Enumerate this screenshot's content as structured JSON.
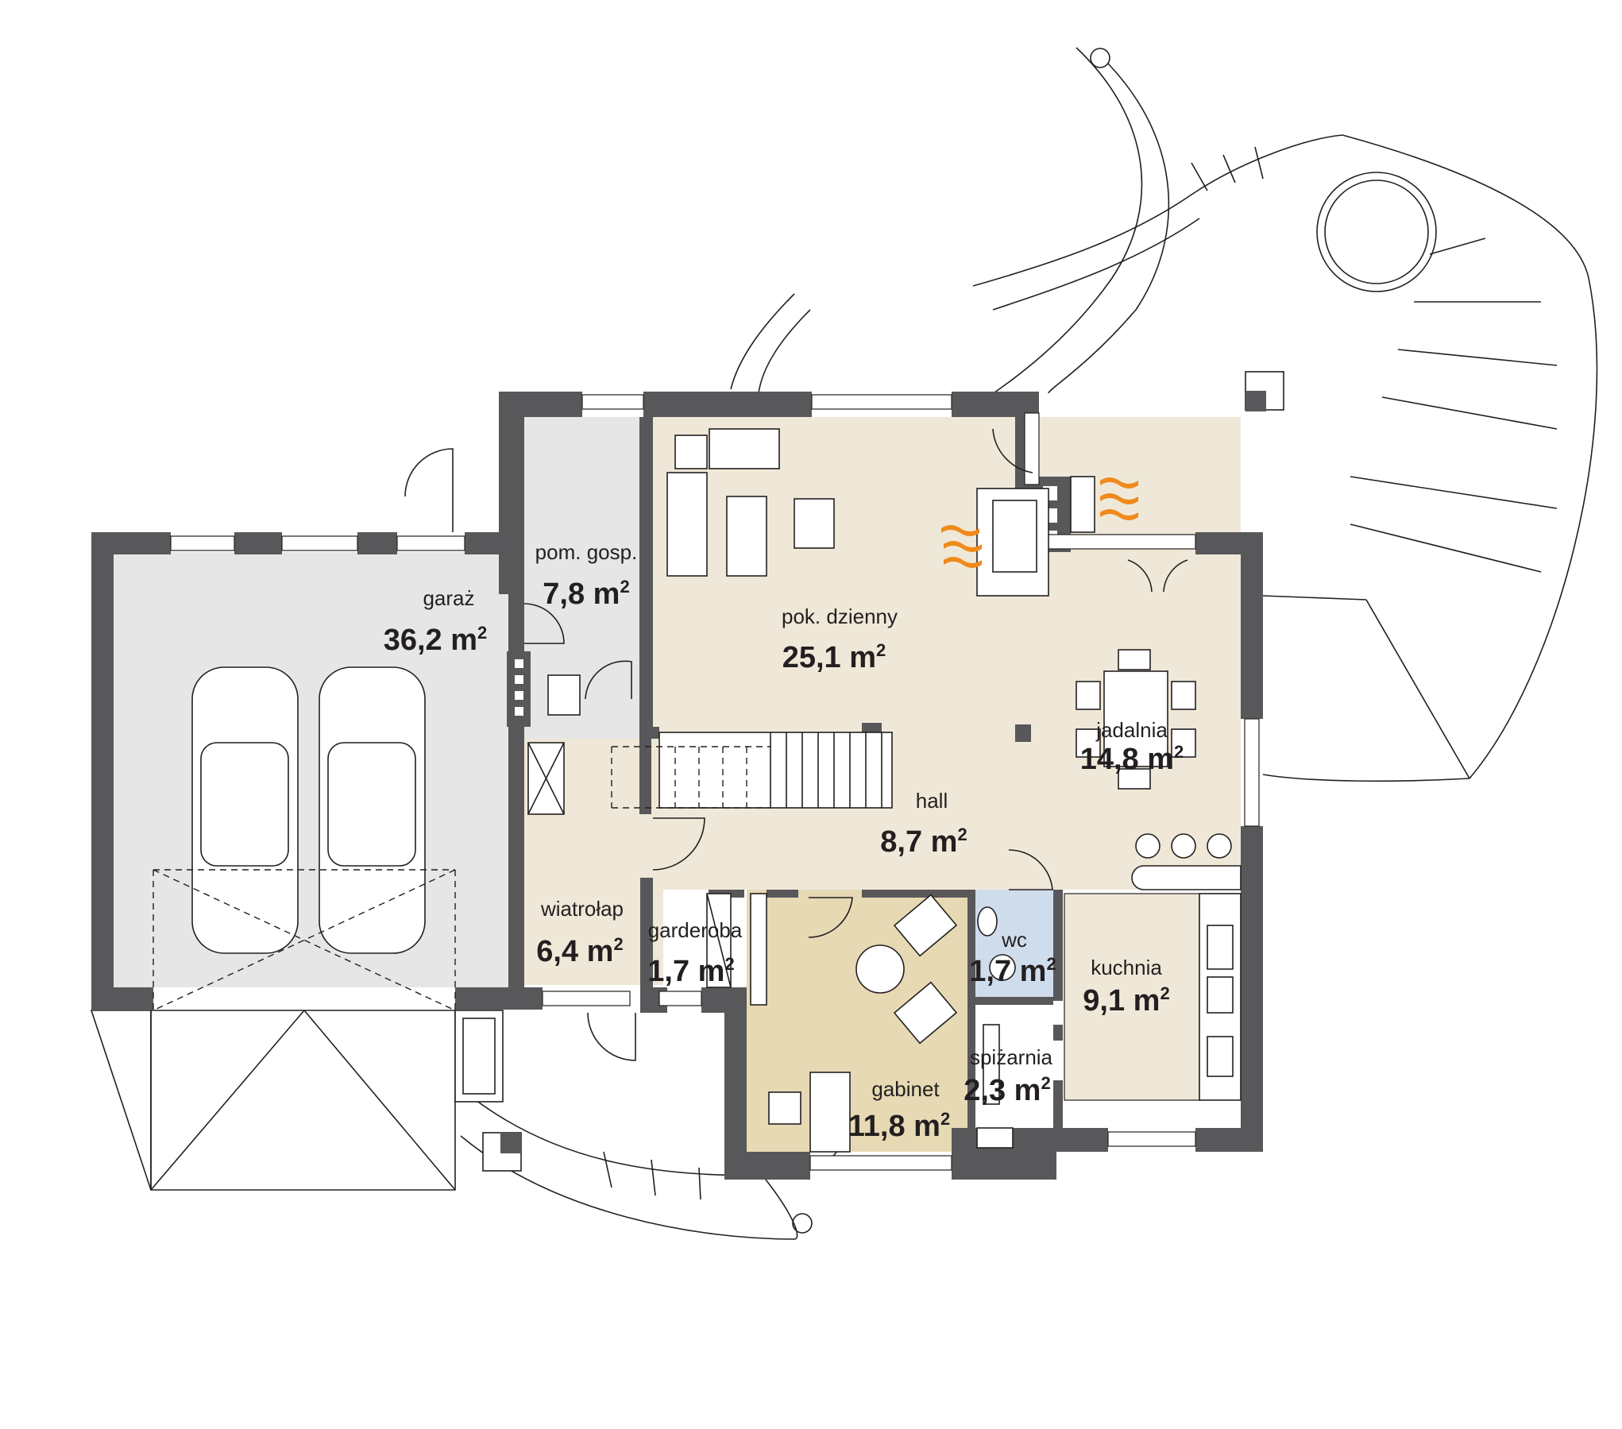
{
  "colors": {
    "wall": "#58585a",
    "garage_floor": "#e6e6e7",
    "living_floor": "#efe8d8",
    "office_floor": "#e6d9b4",
    "wc_tiles": "#cfdcec",
    "fire_icon": "#f08a1d"
  },
  "rooms": [
    {
      "name": "garaż",
      "area": "36,2 m",
      "sup": "2"
    },
    {
      "name": "pom. gosp.",
      "area": "7,8 m",
      "sup": "2"
    },
    {
      "name": "pok. dzienny",
      "area": "25,1 m",
      "sup": "2"
    },
    {
      "name": "jadalnia",
      "area": "14,8 m",
      "sup": "2"
    },
    {
      "name": "hall",
      "area": "8,7 m",
      "sup": "2"
    },
    {
      "name": "wiatrołap",
      "area": "6,4 m",
      "sup": "2"
    },
    {
      "name": "garderoba",
      "area": "1,7 m",
      "sup": "2"
    },
    {
      "name": "wc",
      "area": "1,7 m",
      "sup": "2"
    },
    {
      "name": "kuchnia",
      "area": "9,1 m",
      "sup": "2"
    },
    {
      "name": "spiżarnia",
      "area": "2,3 m",
      "sup": "2"
    },
    {
      "name": "gabinet",
      "area": "11,8 m",
      "sup": "2"
    }
  ]
}
